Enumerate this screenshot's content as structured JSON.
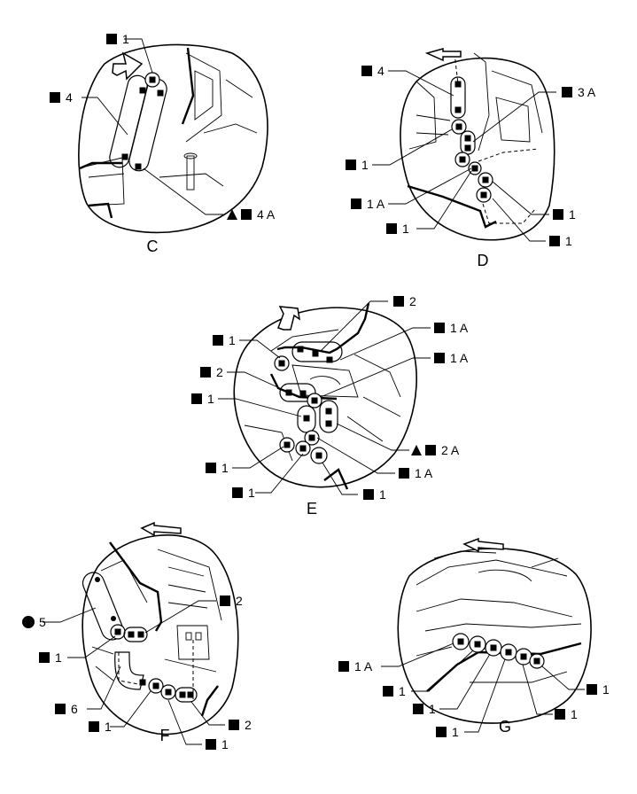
{
  "views": [
    {
      "label": "C",
      "callouts": [
        {
          "symbols": [
            "square"
          ],
          "text": "1"
        },
        {
          "symbols": [
            "square"
          ],
          "text": "4"
        },
        {
          "symbols": [
            "triangle",
            "square"
          ],
          "text": "4 A"
        }
      ]
    },
    {
      "label": "D",
      "callouts": [
        {
          "symbols": [
            "square"
          ],
          "text": "4"
        },
        {
          "symbols": [
            "square"
          ],
          "text": "3 A"
        },
        {
          "symbols": [
            "square"
          ],
          "text": "1"
        },
        {
          "symbols": [
            "square"
          ],
          "text": "1 A"
        },
        {
          "symbols": [
            "square"
          ],
          "text": "1"
        },
        {
          "symbols": [
            "square"
          ],
          "text": "1"
        },
        {
          "symbols": [
            "square"
          ],
          "text": "1"
        }
      ]
    },
    {
      "label": "E",
      "callouts": [
        {
          "symbols": [
            "square"
          ],
          "text": "2"
        },
        {
          "symbols": [
            "square"
          ],
          "text": "1"
        },
        {
          "symbols": [
            "square"
          ],
          "text": "1 A"
        },
        {
          "symbols": [
            "square"
          ],
          "text": "2"
        },
        {
          "symbols": [
            "square"
          ],
          "text": "1 A"
        },
        {
          "symbols": [
            "square"
          ],
          "text": "1"
        },
        {
          "symbols": [
            "triangle",
            "square"
          ],
          "text": "2 A"
        },
        {
          "symbols": [
            "square"
          ],
          "text": "1"
        },
        {
          "symbols": [
            "square"
          ],
          "text": "1 A"
        },
        {
          "symbols": [
            "square"
          ],
          "text": "1"
        },
        {
          "symbols": [
            "square"
          ],
          "text": "1"
        }
      ]
    },
    {
      "label": "F",
      "callouts": [
        {
          "symbols": [
            "circle"
          ],
          "text": "5"
        },
        {
          "symbols": [
            "square"
          ],
          "text": "2"
        },
        {
          "symbols": [
            "square"
          ],
          "text": "1"
        },
        {
          "symbols": [
            "square"
          ],
          "text": "6"
        },
        {
          "symbols": [
            "square"
          ],
          "text": "1"
        },
        {
          "symbols": [
            "square"
          ],
          "text": "2"
        },
        {
          "symbols": [
            "square"
          ],
          "text": "1"
        }
      ]
    },
    {
      "label": "G",
      "callouts": [
        {
          "symbols": [
            "square"
          ],
          "text": "1 A"
        },
        {
          "symbols": [
            "square"
          ],
          "text": "1"
        },
        {
          "symbols": [
            "square"
          ],
          "text": "1"
        },
        {
          "symbols": [
            "square"
          ],
          "text": "1"
        },
        {
          "symbols": [
            "square"
          ],
          "text": "1"
        },
        {
          "symbols": [
            "square"
          ],
          "text": "1"
        }
      ]
    }
  ]
}
